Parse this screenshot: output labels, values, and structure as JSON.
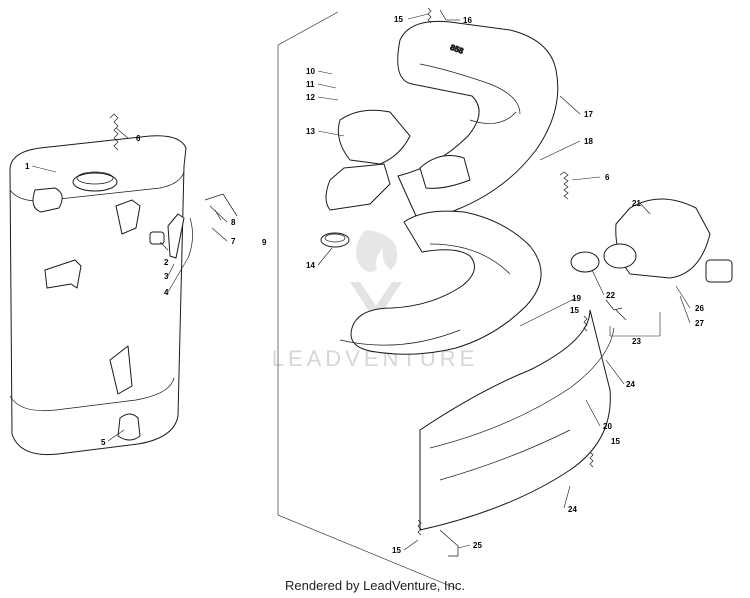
{
  "watermark": {
    "text": "LEADVENTURE"
  },
  "stencil": {
    "text": "858"
  },
  "footer": {
    "text": "Rendered by LeadVenture, Inc."
  },
  "callouts": {
    "c1": "1",
    "c2": "2",
    "c3": "3",
    "c4": "4",
    "c5": "5",
    "c6a": "6",
    "c6b": "6",
    "c7": "7",
    "c8": "8",
    "c9": "9",
    "c10": "10",
    "c11": "11",
    "c12": "12",
    "c13": "13",
    "c14": "14",
    "c15a": "15",
    "c15b": "15",
    "c15c": "15",
    "c15d": "15",
    "c16": "16",
    "c17": "17",
    "c18": "18",
    "c19": "19",
    "c20": "20",
    "c21": "21",
    "c22": "22",
    "c23": "23",
    "c24a": "24",
    "c24b": "24",
    "c25": "25",
    "c26": "26",
    "c27": "27"
  }
}
